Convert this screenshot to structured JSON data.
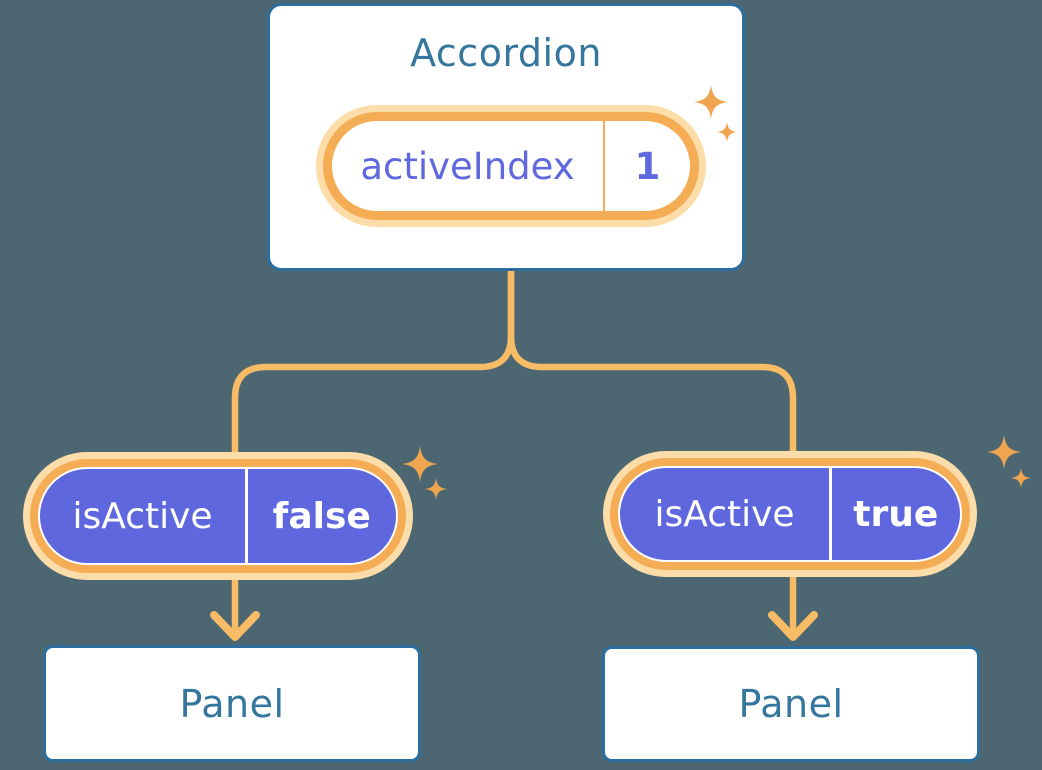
{
  "colors": {
    "background": "#4C6771",
    "card_bg": "#FFFFFF",
    "card_border": "#2D6E9E",
    "heading_text": "#35769E",
    "pill_fill_purple": "#5F67DE",
    "pill_text_purple": "#6068DF",
    "pill_text_white": "#FFFFFF",
    "ring_orange": "#F5AD55",
    "halo_orange": "#FCDCA9",
    "line_orange": "#F9BC66",
    "sparkle_orange": "#EFA44F"
  },
  "accordion": {
    "title": "Accordion",
    "state": {
      "name": "activeIndex",
      "value": "1"
    }
  },
  "children": [
    {
      "prop_name": "isActive",
      "prop_value": "false",
      "panel_title": "Panel"
    },
    {
      "prop_name": "isActive",
      "prop_value": "true",
      "panel_title": "Panel"
    }
  ]
}
